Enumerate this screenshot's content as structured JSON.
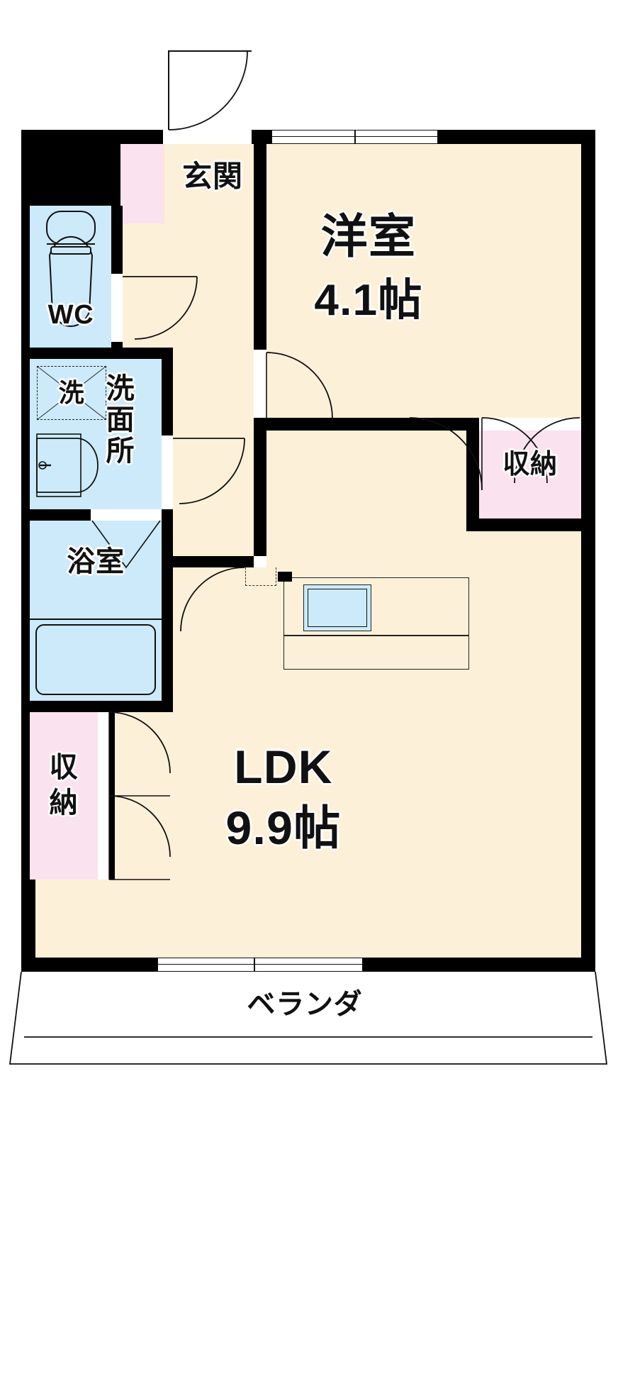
{
  "document": {
    "kind": "japanese-apartment-floor-plan",
    "title": "間取り図"
  },
  "rooms": [
    {
      "id": "genkan",
      "label": "玄関",
      "label_lines": [
        "玄関"
      ],
      "type": "entrance",
      "fill": "#fdf0d8"
    },
    {
      "id": "wc",
      "label": "WC",
      "label_lines": [
        "WC"
      ],
      "type": "toilet",
      "fill": "#cceafa"
    },
    {
      "id": "sanitary",
      "label": "洗面所",
      "label_lines": [
        "洗",
        "面",
        "所"
      ],
      "type": "washroom",
      "fill": "#cceafa"
    },
    {
      "id": "washer",
      "label": "洗",
      "label_lines": [
        "洗"
      ],
      "type": "washer-slot",
      "fill": "#cceafa"
    },
    {
      "id": "bath",
      "label": "浴室",
      "label_lines": [
        "浴室"
      ],
      "type": "bathroom",
      "fill": "#cceafa"
    },
    {
      "id": "closet_lower_left",
      "label": "収納",
      "label_lines": [
        "収",
        "納"
      ],
      "type": "closet",
      "fill": "#fae2ee"
    },
    {
      "id": "closet_right",
      "label": "収納",
      "label_lines": [
        "収納"
      ],
      "type": "closet",
      "fill": "#fae2ee"
    },
    {
      "id": "closet_genkan",
      "label": "",
      "label_lines": [],
      "type": "shoe-box",
      "fill": "#fae2ee"
    },
    {
      "id": "washitsu",
      "label": "洋室",
      "label_lines": [
        "洋室"
      ],
      "type": "western-room",
      "area": "4.1帖",
      "fill": "#fdf0d8"
    },
    {
      "id": "ldk",
      "label": "LDK",
      "label_lines": [
        "LDK"
      ],
      "type": "ldk",
      "area": "9.9帖",
      "fill": "#fdf0d8"
    },
    {
      "id": "veranda",
      "label": "ベランダ",
      "label_lines": [
        "ベランダ"
      ],
      "type": "balcony",
      "fill": "#ffffff"
    }
  ],
  "labels": {
    "genkan": "玄関",
    "wc": "WC",
    "washer": "洗",
    "sanitary_1": "洗",
    "sanitary_2": "面",
    "sanitary_3": "所",
    "bath": "浴室",
    "closet_lower_left_1": "収",
    "closet_lower_left_2": "納",
    "closet_right": "収納",
    "washitsu_name": "洋室",
    "washitsu_area": "4.1帖",
    "ldk_name": "LDK",
    "ldk_area": "9.9帖",
    "veranda": "ベランダ"
  },
  "areas": {
    "washitsu_jo": "4.1",
    "washitsu_unit": "帖",
    "ldk_jo": "9.9",
    "ldk_unit": "帖"
  },
  "fixtures": [
    {
      "id": "toilet-bowl",
      "name": "toilet-fixture",
      "room": "wc"
    },
    {
      "id": "wash-basin",
      "name": "wash-basin-fixture",
      "room": "sanitary"
    },
    {
      "id": "washer-space",
      "name": "washing-machine-space",
      "room": "sanitary"
    },
    {
      "id": "bathtub",
      "name": "bathtub-fixture",
      "room": "bath"
    },
    {
      "id": "kitchen-sink",
      "name": "kitchen-sink-fixture",
      "room": "ldk"
    },
    {
      "id": "kitchen-counter",
      "name": "kitchen-counter",
      "room": "ldk"
    }
  ],
  "doors": [
    {
      "id": "entrance-door",
      "type": "swing",
      "room": "genkan"
    },
    {
      "id": "wc-door",
      "type": "swing",
      "room": "wc"
    },
    {
      "id": "sanitary-door",
      "type": "swing",
      "room": "sanitary"
    },
    {
      "id": "bath-door",
      "type": "folding",
      "room": "bath"
    },
    {
      "id": "washitsu-door",
      "type": "swing",
      "room": "washitsu"
    },
    {
      "id": "closet-right-door",
      "type": "double-swing",
      "room": "closet_right"
    },
    {
      "id": "ldk-door",
      "type": "swing",
      "room": "ldk"
    },
    {
      "id": "closet-lower-left-door",
      "type": "folding-double",
      "room": "closet_lower_left"
    }
  ],
  "windows": [
    {
      "id": "window-washitsu-north",
      "orientation": "horizontal",
      "room": "washitsu"
    },
    {
      "id": "window-ldk-south",
      "orientation": "horizontal",
      "room": "ldk"
    }
  ],
  "colors": {
    "wall": "#000000",
    "floor": "#fdf0d8",
    "wet_area": "#cceafa",
    "closet": "#fae2ee",
    "outline": "#111111",
    "background": "#ffffff"
  }
}
